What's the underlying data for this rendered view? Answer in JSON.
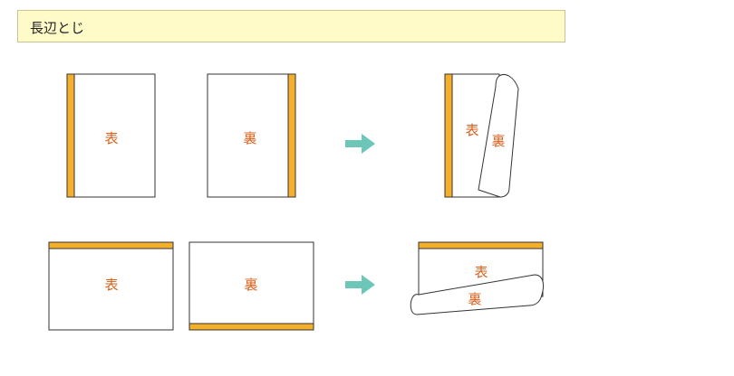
{
  "header": {
    "title": "長辺とじ"
  },
  "colors": {
    "binding": "#f4b02a",
    "label": "#d9601b",
    "arrow": "#6cc7b9",
    "header_bg": "#fffbc8",
    "header_border": "#c9c48e"
  },
  "labels": {
    "front": "表",
    "back": "裏"
  },
  "rows": [
    {
      "name": "portrait",
      "front_label": "表",
      "back_label": "裏",
      "result_front": "表",
      "result_back": "裏"
    },
    {
      "name": "landscape",
      "front_label": "表",
      "back_label": "裏",
      "result_front": "表",
      "result_back": "裏"
    }
  ]
}
